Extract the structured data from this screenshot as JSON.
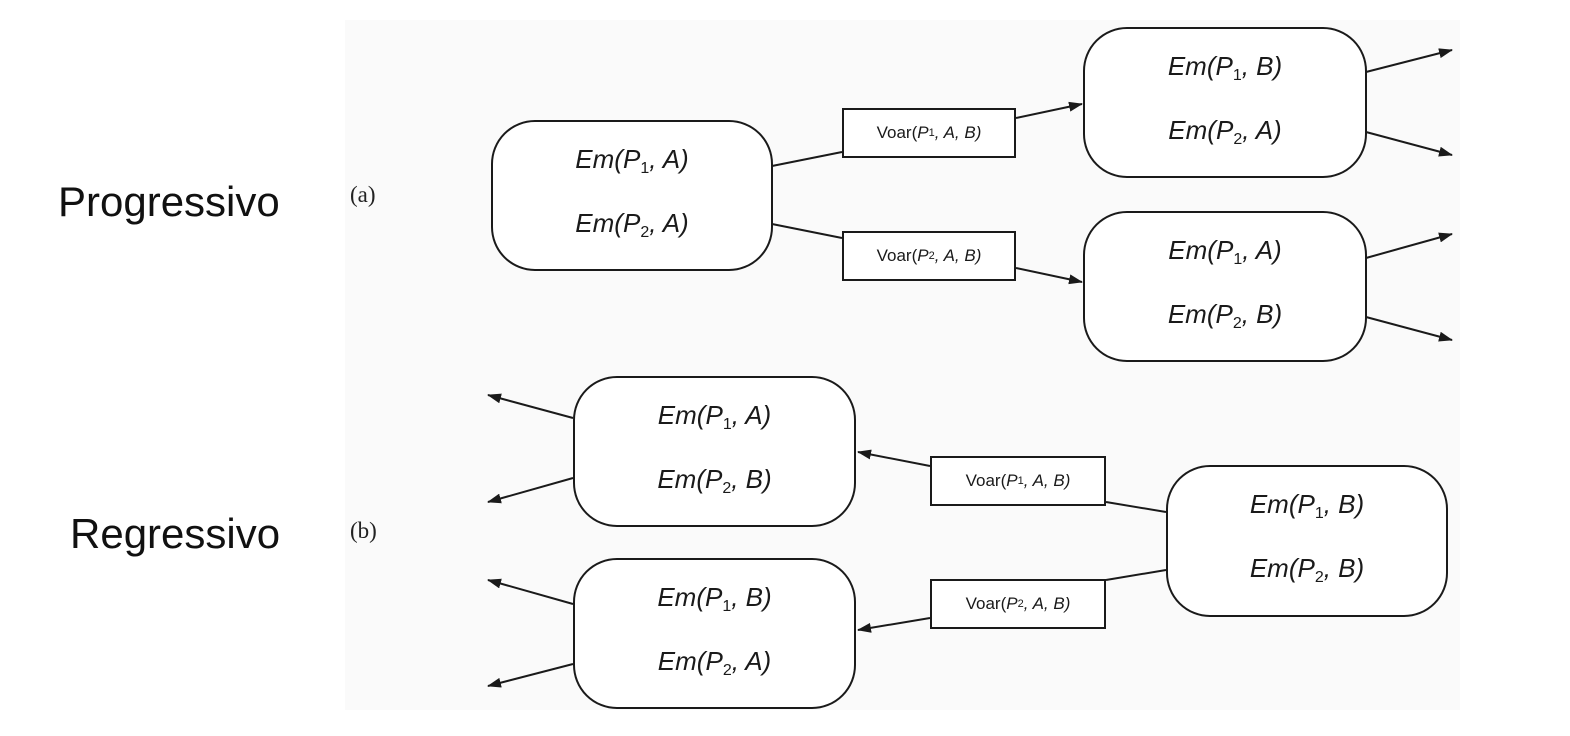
{
  "labels": {
    "progressive": "Progressivo",
    "regressive": "Regressivo",
    "tag_a": "(a)",
    "tag_b": "(b)"
  },
  "progressive": {
    "start": {
      "facts": [
        [
          "Em(",
          "P",
          "1",
          ", A)"
        ],
        [
          "Em(",
          "P",
          "2",
          ", A)"
        ]
      ]
    },
    "top_result": {
      "facts": [
        [
          "Em(",
          "P",
          "1",
          ", B)"
        ],
        [
          "Em(",
          "P",
          "2",
          ", A)"
        ]
      ]
    },
    "bottom_result": {
      "facts": [
        [
          "Em(",
          "P",
          "1",
          ", A)"
        ],
        [
          "Em(",
          "P",
          "2",
          ", B)"
        ]
      ]
    },
    "action_top": {
      "name": "Voar",
      "sub": "1",
      "args": ", A, B)"
    },
    "action_bottom": {
      "name": "Voar",
      "sub": "2",
      "args": ", A, B)"
    }
  },
  "regressive": {
    "goal": {
      "facts": [
        [
          "Em(",
          "P",
          "1",
          ", B)"
        ],
        [
          "Em(",
          "P",
          "2",
          ", B)"
        ]
      ]
    },
    "top_predecessor": {
      "facts": [
        [
          "Em(",
          "P",
          "1",
          ", A)"
        ],
        [
          "Em(",
          "P",
          "2",
          ", B)"
        ]
      ]
    },
    "bottom_predecessor": {
      "facts": [
        [
          "Em(",
          "P",
          "1",
          ", B)"
        ],
        [
          "Em(",
          "P",
          "2",
          ", A)"
        ]
      ]
    },
    "action_top": {
      "name": "Voar",
      "sub": "1",
      "args": ", A, B)"
    },
    "action_bottom": {
      "name": "Voar",
      "sub": "2",
      "args": ", A, B)"
    }
  },
  "colors": {
    "ink": "#1a1a1a",
    "panel": "#fafafa"
  }
}
